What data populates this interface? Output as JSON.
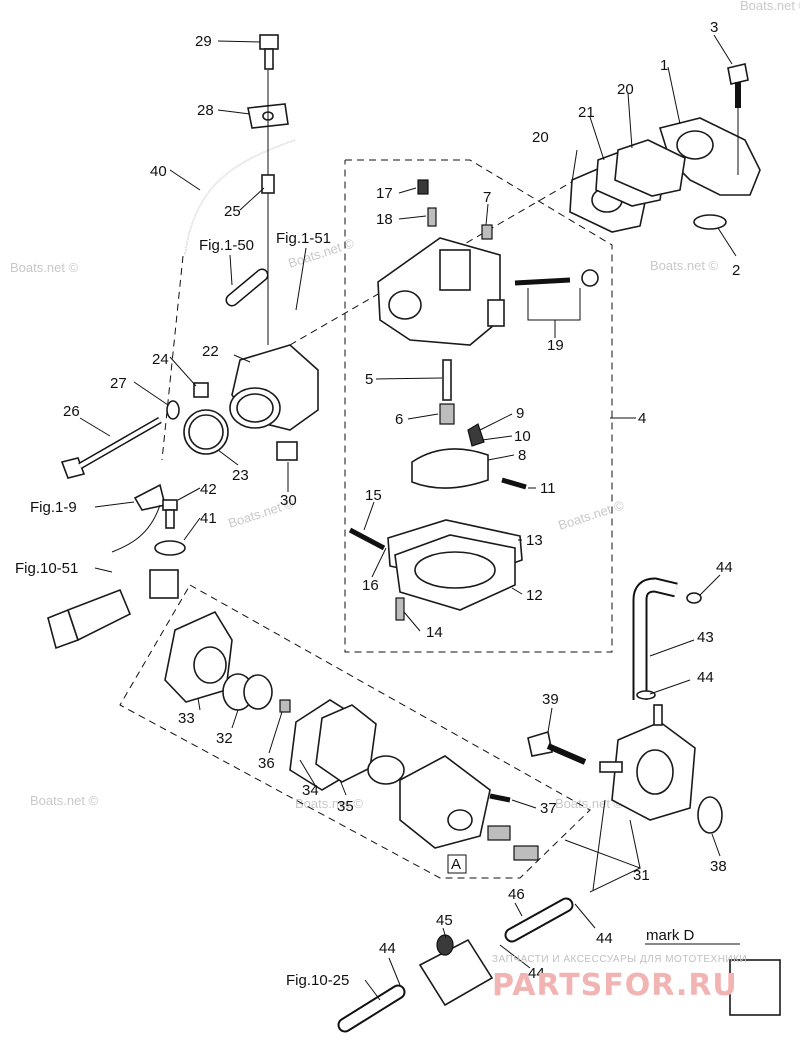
{
  "callouts": {
    "c1": "1",
    "c2": "2",
    "c3": "3",
    "c4": "4",
    "c5": "5",
    "c6": "6",
    "c7": "7",
    "c8": "8",
    "c9": "9",
    "c10": "10",
    "c11": "11",
    "c12": "12",
    "c13": "13",
    "c14": "14",
    "c15": "15",
    "c16": "16",
    "c17": "17",
    "c18": "18",
    "c19": "19",
    "c20a": "20",
    "c20b": "20",
    "c21": "21",
    "c22": "22",
    "c23": "23",
    "c24": "24",
    "c25": "25",
    "c26": "26",
    "c27": "27",
    "c28": "28",
    "c29": "29",
    "c30": "30",
    "c31": "31",
    "c32": "32",
    "c33": "33",
    "c34": "34",
    "c35": "35",
    "c36": "36",
    "c37": "37",
    "c38": "38",
    "c39": "39",
    "c40": "40",
    "c41": "41",
    "c42": "42",
    "c43": "43",
    "c44a": "44",
    "c44b": "44",
    "c44c": "44",
    "c44d": "44",
    "c44e": "44",
    "c45": "45",
    "c46": "46"
  },
  "fig_refs": {
    "fig1_50": "Fig.1-50",
    "fig1_51": "Fig.1-51",
    "fig1_9": "Fig.1-9",
    "fig10_51": "Fig.10-51",
    "fig10_25": "Fig.10-25"
  },
  "marks": {
    "mark_a": "A",
    "mark_d_label": "mark D"
  },
  "watermarks": {
    "boats": "Boats.net ©"
  },
  "footer": {
    "tagline": "ЗАПЧАСТИ И АКСЕССУАРЫ ДЛЯ МОТОТЕХНИКИ",
    "logo": "PARTSFOR.RU"
  },
  "colors": {
    "line": "#111111",
    "watermark": "#c9c9c9",
    "logo": "#f2b3b3"
  }
}
